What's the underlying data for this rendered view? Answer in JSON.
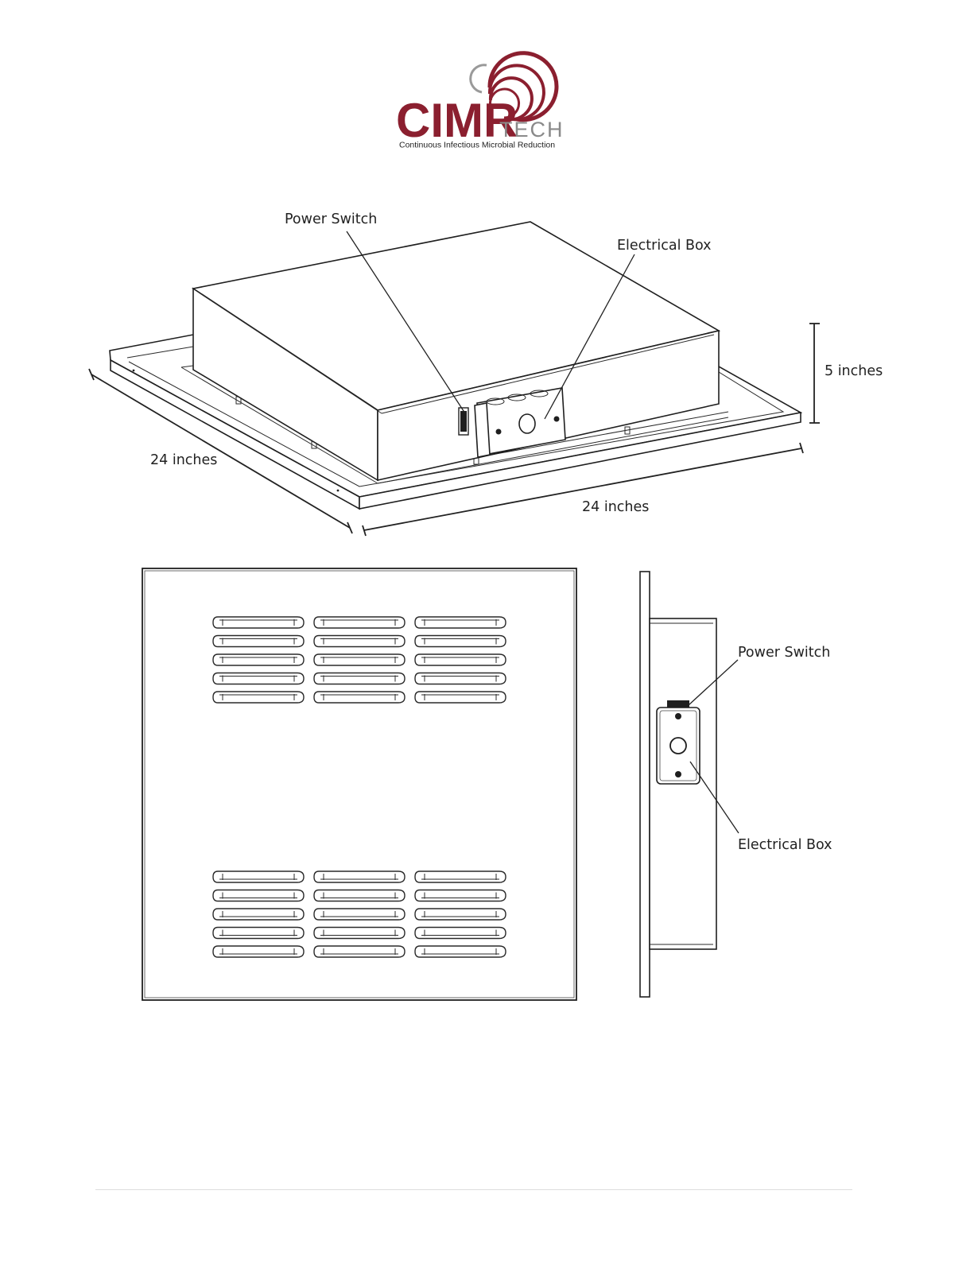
{
  "logo": {
    "main": "CIMR",
    "sub": "TECH",
    "tagline": "Continuous Infectious Microbial Reduction",
    "colors": {
      "maroon": "#8b1f2f",
      "gray": "#8a8a8a"
    }
  },
  "isometric_view": {
    "power_switch_label": "Power Switch",
    "electrical_box_label": "Electrical Box",
    "height_label": "5 inches",
    "depth_label": "24 inches",
    "width_label": "24 inches"
  },
  "side_view": {
    "power_switch_label": "Power Switch",
    "electrical_box_label": "Electrical Box"
  },
  "front_view": {
    "vent_groups": [
      {
        "rows": 5,
        "columns": 3
      },
      {
        "rows": 5,
        "columns": 3
      }
    ]
  }
}
